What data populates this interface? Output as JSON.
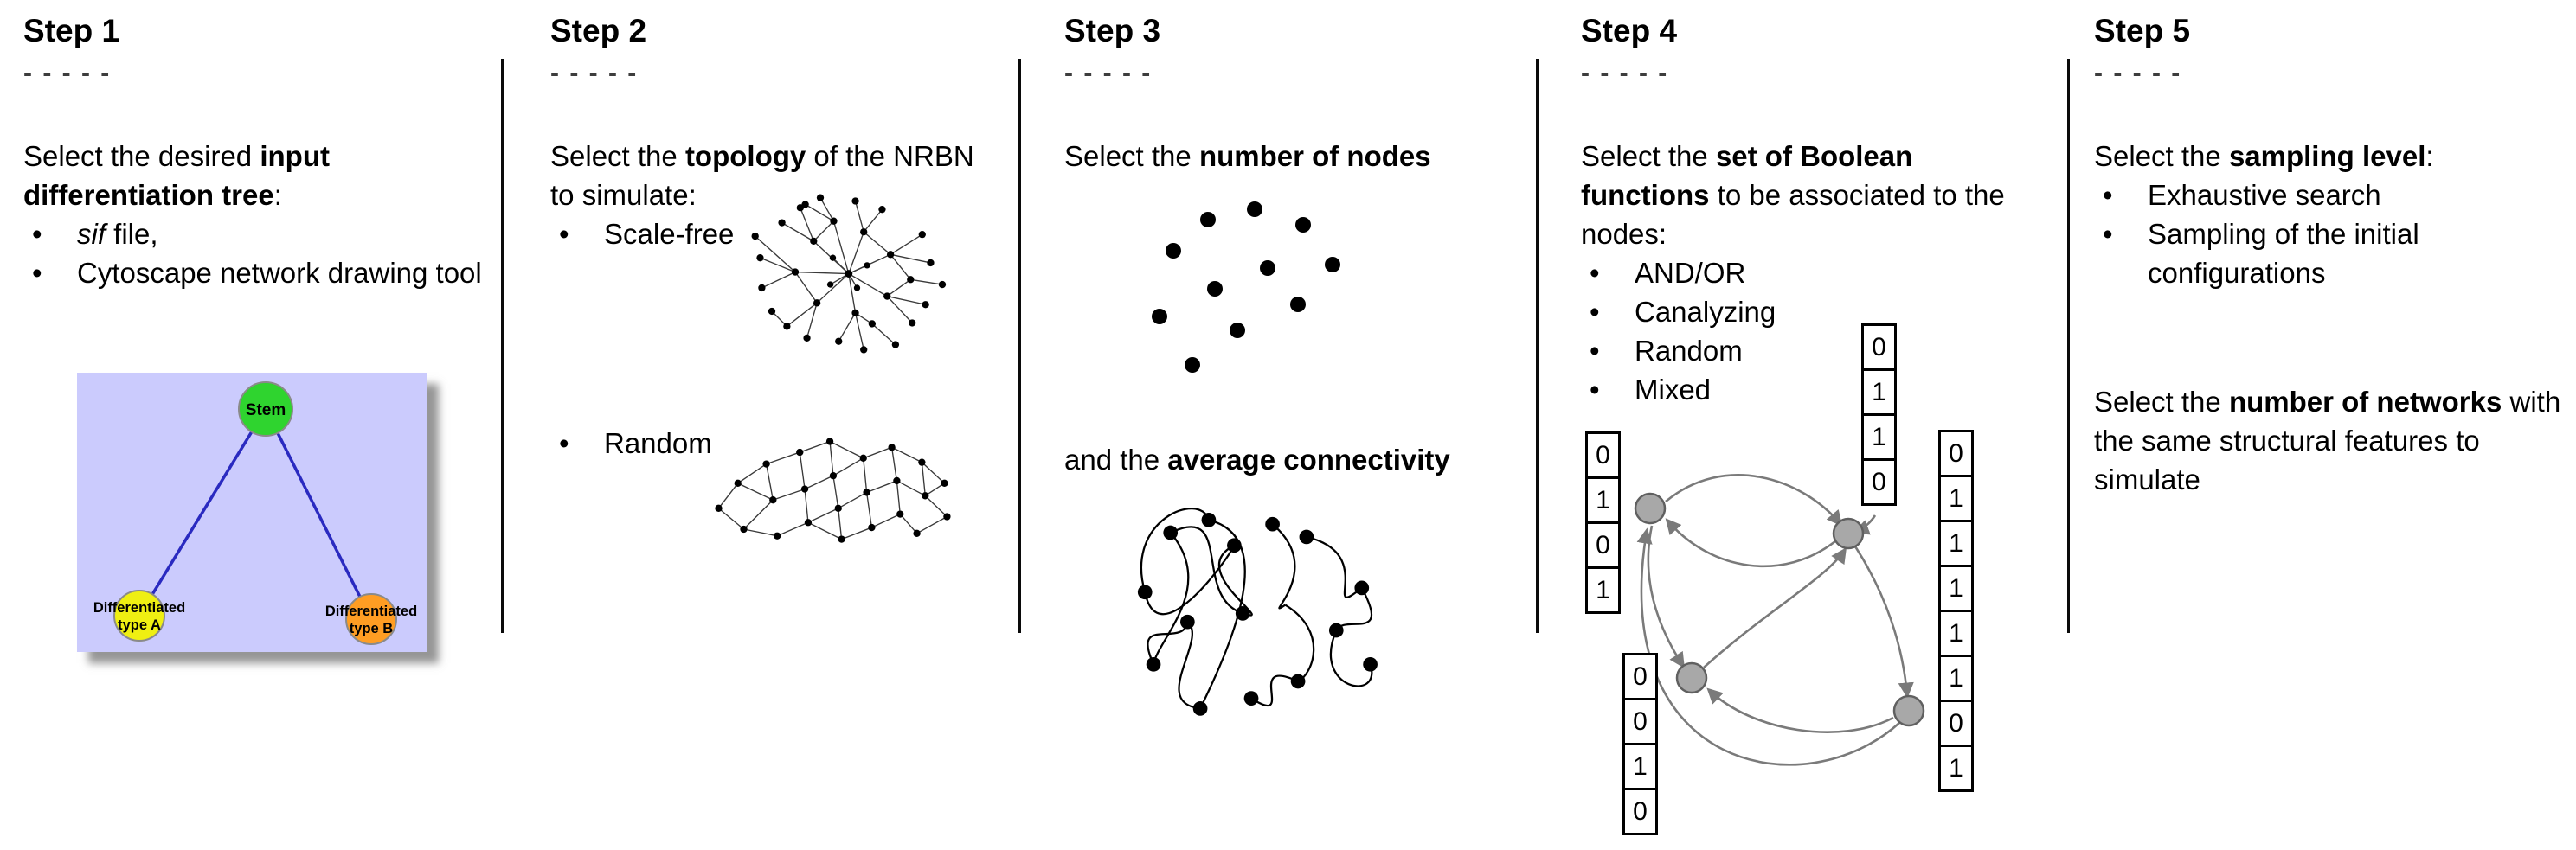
{
  "ui": {
    "bullet": "•"
  },
  "colors": {
    "divider": "#0a0a0a",
    "tree_background": "#cbcbfd",
    "stem_node": "#2fd42f",
    "type_a_node": "#efef12",
    "type_b_node": "#ff9d23",
    "tree_edge": "#2a2ac0",
    "boolean_node_fill": "#a8a8a8",
    "arrow_gray": "#7a7a7a"
  },
  "steps": {
    "step1": {
      "title": "Step 1",
      "dashes": "- - - - -",
      "intro": {
        "pre": "Select the desired ",
        "bold": "input differentiation tree",
        "post": ":"
      },
      "bullets": [
        {
          "italic": "sif",
          "rest": " file,"
        },
        {
          "text": "Cytoscape network drawing tool"
        }
      ],
      "tree": {
        "root": "Stem",
        "left_line1": "Differentiated",
        "left_line2": "type A",
        "right_line1": "Differentiated",
        "right_line2": "type B"
      }
    },
    "step2": {
      "title": "Step 2",
      "dashes": "- - - - -",
      "intro": {
        "pre": "Select the ",
        "bold": "topology",
        "post": " of the NRBN to simulate:"
      },
      "bullets": [
        {
          "text": "Scale-free"
        },
        {
          "text": "Random"
        }
      ]
    },
    "step3": {
      "title": "Step 3",
      "dashes": "- - - - -",
      "line1": {
        "pre": "Select the ",
        "bold": "number of nodes"
      },
      "line2": {
        "pre": "and the ",
        "bold": "average connectivity"
      }
    },
    "step4": {
      "title": "Step 4",
      "dashes": "- - - - -",
      "intro": {
        "pre": "Select the ",
        "bold": "set of Boolean functions",
        "post": " to be associated to the nodes:"
      },
      "bullets": [
        {
          "text": "AND/OR"
        },
        {
          "text": "Canalyzing"
        },
        {
          "text": "Random"
        },
        {
          "text": "Mixed"
        }
      ],
      "tables": {
        "left": [
          "0",
          "1",
          "0",
          "1"
        ],
        "top": [
          "0",
          "1",
          "1",
          "0"
        ],
        "right": [
          "0",
          "1",
          "1",
          "1",
          "1",
          "1",
          "0",
          "1"
        ],
        "bottom": [
          "0",
          "0",
          "1",
          "0"
        ]
      }
    },
    "step5": {
      "title": "Step 5",
      "dashes": "- - - - -",
      "intro": {
        "pre": "Select the ",
        "bold": "sampling level",
        "post": ":"
      },
      "bullets": [
        {
          "text": "Exhaustive search"
        },
        {
          "text": "Sampling of the initial configurations"
        }
      ],
      "para2": {
        "pre": "Select the ",
        "bold": "number of networks",
        "post": " with the same structural features to simulate"
      }
    }
  }
}
